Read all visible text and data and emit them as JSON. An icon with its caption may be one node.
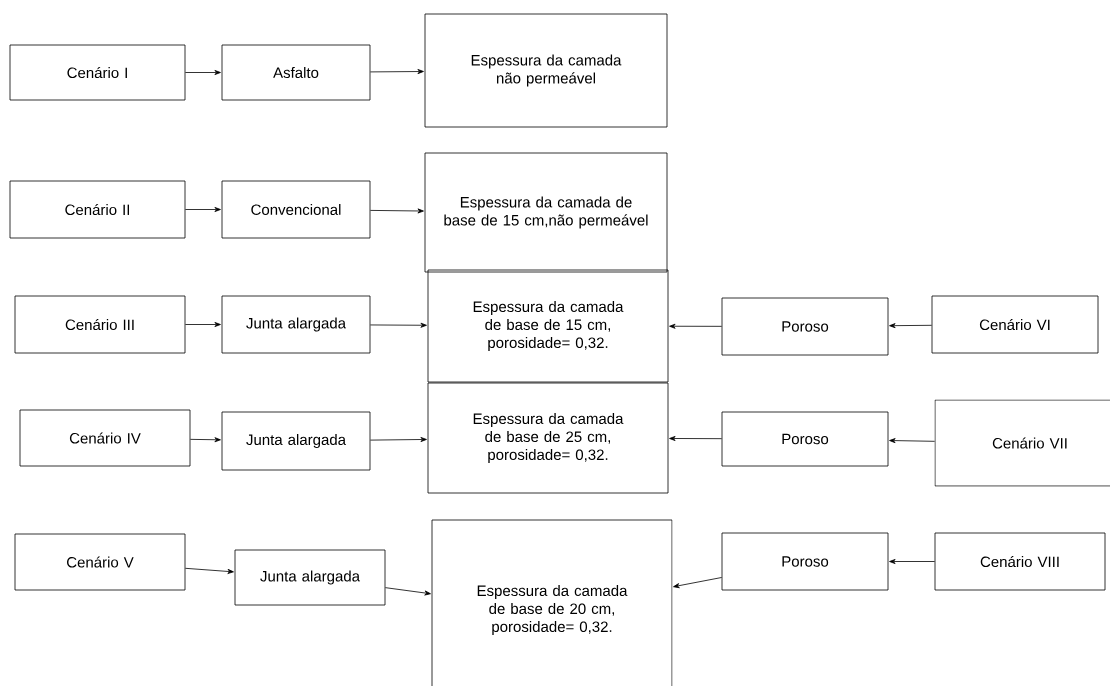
{
  "diagram": {
    "nodes": [
      {
        "text": [
          "Cenário I"
        ]
      },
      {
        "text": [
          "Asfalto"
        ]
      },
      {
        "text": [
          "Espessura da camada não permeável"
        ]
      },
      {
        "text": [
          "Cenário II"
        ]
      },
      {
        "text": [
          "Convencional"
        ]
      },
      {
        "text": [
          "Espessura da camada de base de 15 cm,não permeável"
        ]
      },
      {
        "text": [
          "Cenário III"
        ]
      },
      {
        "text": [
          "Junta alargada"
        ]
      },
      {
        "text": [
          "Espessura da camada de base de 15 cm, porosidade= 0,32."
        ]
      },
      {
        "text": [
          "Poroso"
        ]
      },
      {
        "text": [
          "Cenário VI"
        ]
      },
      {
        "text": [
          "Cenário IV"
        ]
      },
      {
        "text": [
          "Junta alargada"
        ]
      },
      {
        "text": [
          "Espessura da camada de base de 25 cm, porosidade= 0,32."
        ]
      },
      {
        "text": [
          "Poroso"
        ]
      },
      {
        "text": [
          "Cenário VII"
        ]
      },
      {
        "text": [
          "Cenário V"
        ]
      },
      {
        "text": [
          "Junta alargada"
        ]
      },
      {
        "text": [
          "Espessura da camada de base de 20 cm, porosidade= 0,32."
        ]
      },
      {
        "text": [
          "Poroso"
        ]
      },
      {
        "text": [
          "Cenário VIII"
        ]
      }
    ],
    "edges": [
      {
        "from": 0,
        "to": 1,
        "arrow": "to"
      },
      {
        "from": 1,
        "to": 2,
        "arrow": "to"
      },
      {
        "from": 3,
        "to": 4,
        "arrow": "to"
      },
      {
        "from": 4,
        "to": 5,
        "arrow": "to"
      },
      {
        "from": 6,
        "to": 7,
        "arrow": "to"
      },
      {
        "from": 7,
        "to": 8,
        "arrow": "to"
      },
      {
        "from": 10,
        "to": 9,
        "arrow": "to"
      },
      {
        "from": 9,
        "to": 8,
        "arrow": "to"
      },
      {
        "from": 11,
        "to": 12,
        "arrow": "to"
      },
      {
        "from": 12,
        "to": 13,
        "arrow": "to"
      },
      {
        "from": 15,
        "to": 14,
        "arrow": "to"
      },
      {
        "from": 14,
        "to": 13,
        "arrow": "to"
      },
      {
        "from": 16,
        "to": 17,
        "arrow": "to"
      },
      {
        "from": 17,
        "to": 18,
        "arrow": "to"
      },
      {
        "from": 20,
        "to": 19,
        "arrow": "to"
      },
      {
        "from": 19,
        "to": 18,
        "arrow": "to"
      }
    ]
  }
}
